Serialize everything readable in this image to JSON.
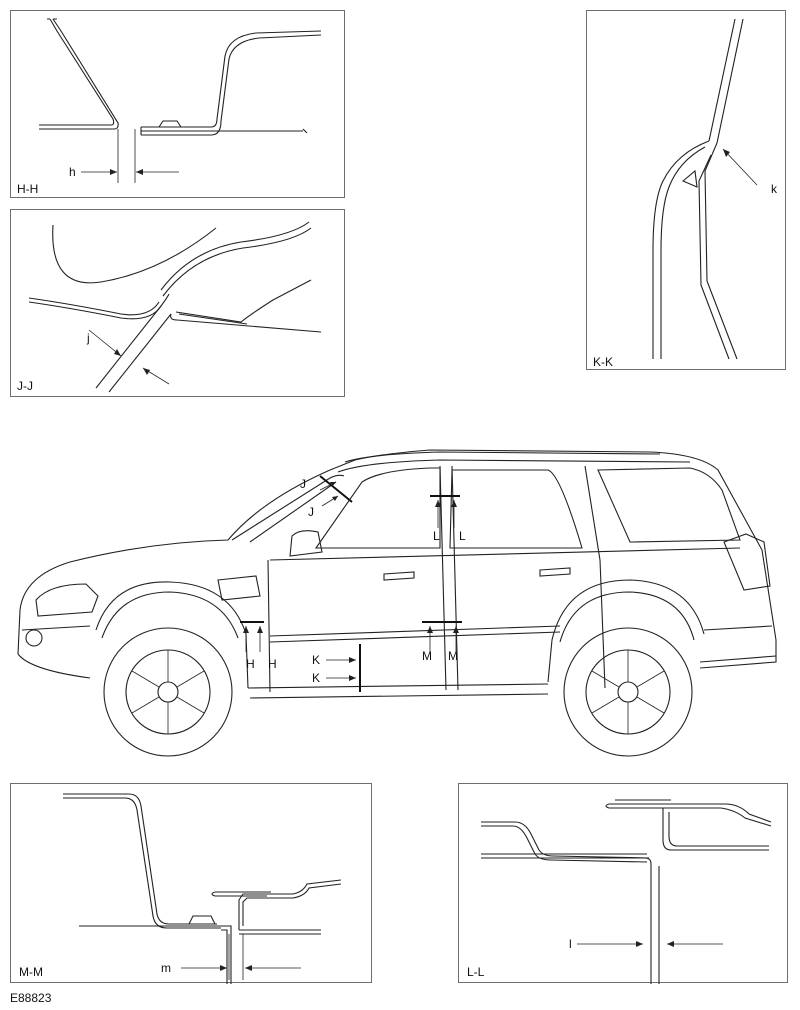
{
  "figure_id": "E88823",
  "sections": {
    "hh": {
      "label": "H-H",
      "dim": "h"
    },
    "jj": {
      "label": "J-J",
      "dim": "j"
    },
    "kk": {
      "label": "K-K",
      "dim": "k"
    },
    "mm": {
      "label": "M-M",
      "dim": "m"
    },
    "ll": {
      "label": "L-L",
      "dim": "l"
    }
  },
  "vehicle_markers": {
    "h1": "H",
    "h2": "H",
    "j1": "J",
    "j2": "J",
    "k1": "K",
    "k2": "K",
    "l1": "L",
    "l2": "L",
    "m1": "M",
    "m2": "M"
  }
}
